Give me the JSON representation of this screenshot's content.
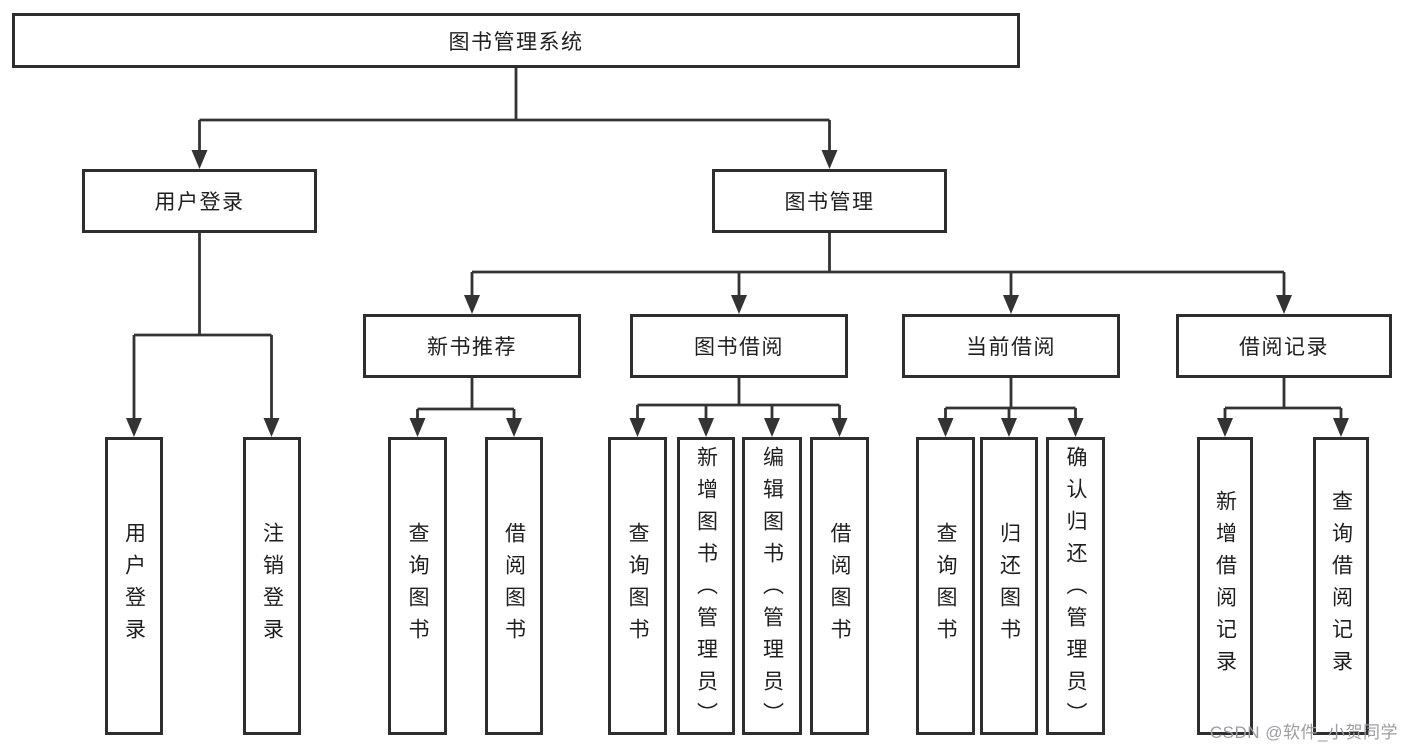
{
  "diagram": {
    "root": {
      "label": "图书管理系统"
    },
    "level2": [
      {
        "label": "用户登录"
      },
      {
        "label": "图书管理"
      }
    ],
    "level3": [
      {
        "label": "新书推荐"
      },
      {
        "label": "图书借阅"
      },
      {
        "label": "当前借阅"
      },
      {
        "label": "借阅记录"
      }
    ],
    "leaves": {
      "user_login": [
        "用户登录",
        "注销登录"
      ],
      "new_book_recommend": [
        "查询图书",
        "借阅图书"
      ],
      "book_borrow": [
        "查询图书",
        "新增图书（管理员）",
        "编辑图书（管理员）",
        "借阅图书"
      ],
      "current_borrow": [
        "查询图书",
        "归还图书",
        "确认归还（管理员）"
      ],
      "borrow_records": [
        "新增借阅记录",
        "查询借阅记录"
      ]
    }
  },
  "watermark": {
    "text": "CSDN @软件_小贺同学"
  },
  "colors": {
    "line": "#333333",
    "text": "#1f1f1f",
    "watermark": "#9b9da1",
    "background": "#ffffff"
  }
}
